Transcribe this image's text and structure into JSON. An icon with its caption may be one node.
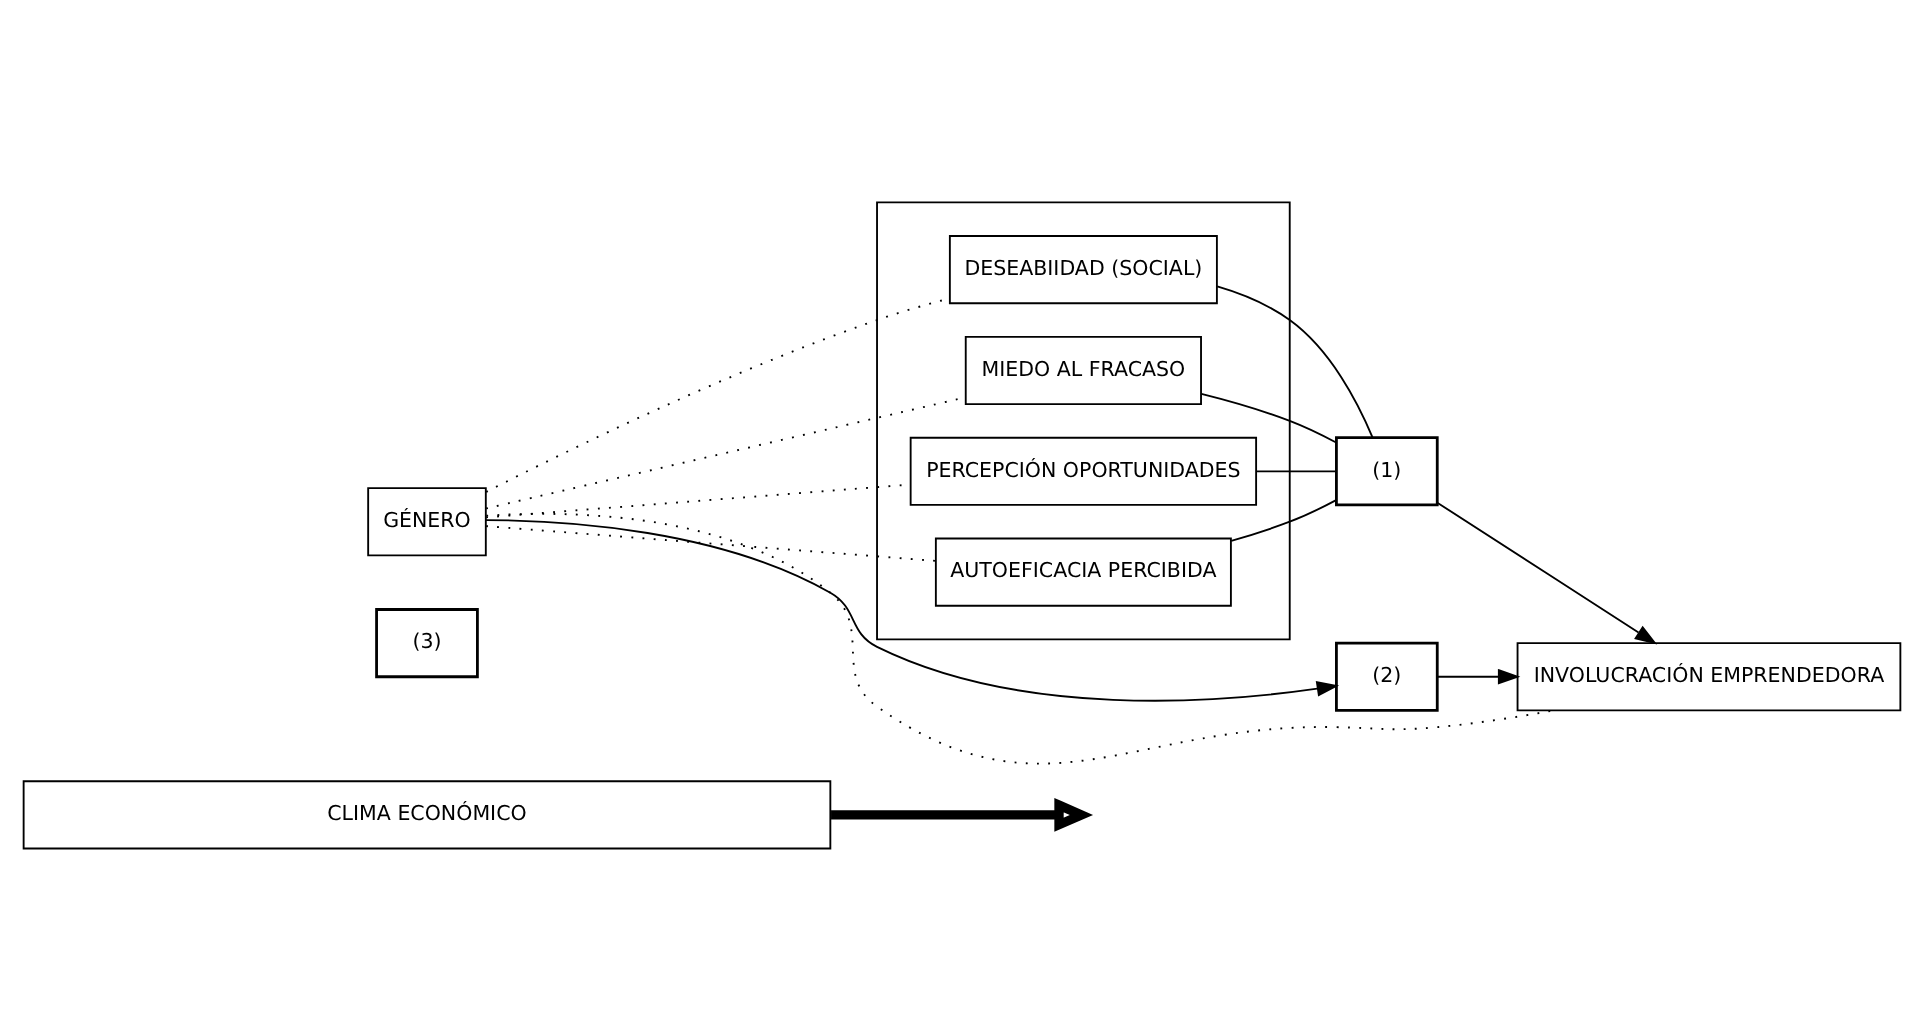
{
  "diagram": {
    "nodes": [
      {
        "text": [
          "CLIMA ECONÓMICO"
        ]
      },
      {
        "text": [
          "(3)"
        ]
      },
      {
        "text": [
          "GÉNERO"
        ]
      },
      {
        "text": [],
        "shape": "box"
      },
      {
        "text": [
          "DESEABIIDAD (SOCIAL)"
        ],
        "in": 3
      },
      {
        "text": [
          "MIEDO AL FRACASO"
        ],
        "in": 3
      },
      {
        "text": [
          "PERCEPCIÓN OPORTUNIDADES"
        ],
        "in": 3
      },
      {
        "text": [
          "AUTOEFICACIA PERCIBIDA"
        ],
        "in": 3
      },
      {
        "text": [
          "(1)"
        ]
      },
      {
        "text": [
          "(2)"
        ]
      },
      {
        "text": [
          "INVOLUCRACIÓN EMPRENDEDORA"
        ]
      }
    ],
    "edges": [
      {
        "from": 0,
        "to": null,
        "arrow": "to",
        "style": "thick"
      },
      {
        "from": 2,
        "to": 9,
        "arrow": "to"
      },
      {
        "from": 9,
        "to": 10,
        "arrow": "to"
      },
      {
        "from": 2,
        "to": 4,
        "arrow": "none",
        "style": "dashed"
      },
      {
        "from": 2,
        "to": 5,
        "arrow": "none",
        "style": "dashed"
      },
      {
        "from": 2,
        "to": 6,
        "arrow": "none",
        "style": "dashed"
      },
      {
        "from": 2,
        "to": 7,
        "arrow": "none",
        "style": "dashed"
      },
      {
        "from": 4,
        "to": 8,
        "arrow": "none"
      },
      {
        "from": 5,
        "to": 8,
        "arrow": "none"
      },
      {
        "from": 6,
        "to": 8,
        "arrow": "none"
      },
      {
        "from": 7,
        "to": 8,
        "arrow": "none"
      },
      {
        "from": 8,
        "to": 10,
        "arrow": "to"
      },
      {
        "from": 2,
        "to": 10,
        "arrow": "none",
        "style": "dashed"
      }
    ]
  }
}
